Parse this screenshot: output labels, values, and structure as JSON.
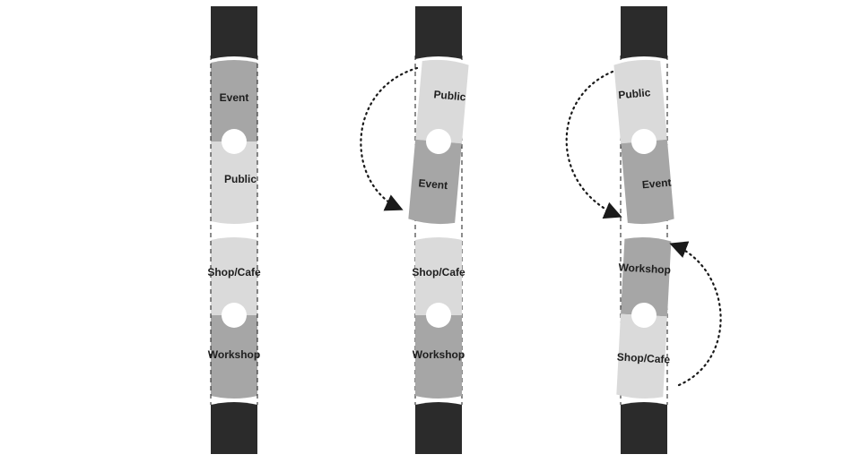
{
  "colors": {
    "column": "#2b2b2b",
    "light_segment": "#dadada",
    "dark_segment": "#a6a6a6",
    "outline": "#1a1a1a",
    "hole": "#ffffff"
  },
  "columns": [
    {
      "top_module": {
        "upper": "Event",
        "lower": "Public"
      },
      "bottom_module": {
        "upper": "Shop/Cafe",
        "lower": "Workshop"
      }
    },
    {
      "top_module": {
        "upper": "Public",
        "lower": "Event"
      },
      "bottom_module": {
        "upper": "Shop/Cafe",
        "lower": "Workshop"
      }
    },
    {
      "top_module": {
        "upper": "Public",
        "lower": "Event"
      },
      "bottom_module": {
        "upper": "Workshop",
        "lower": "Shop/Cafe"
      }
    }
  ]
}
